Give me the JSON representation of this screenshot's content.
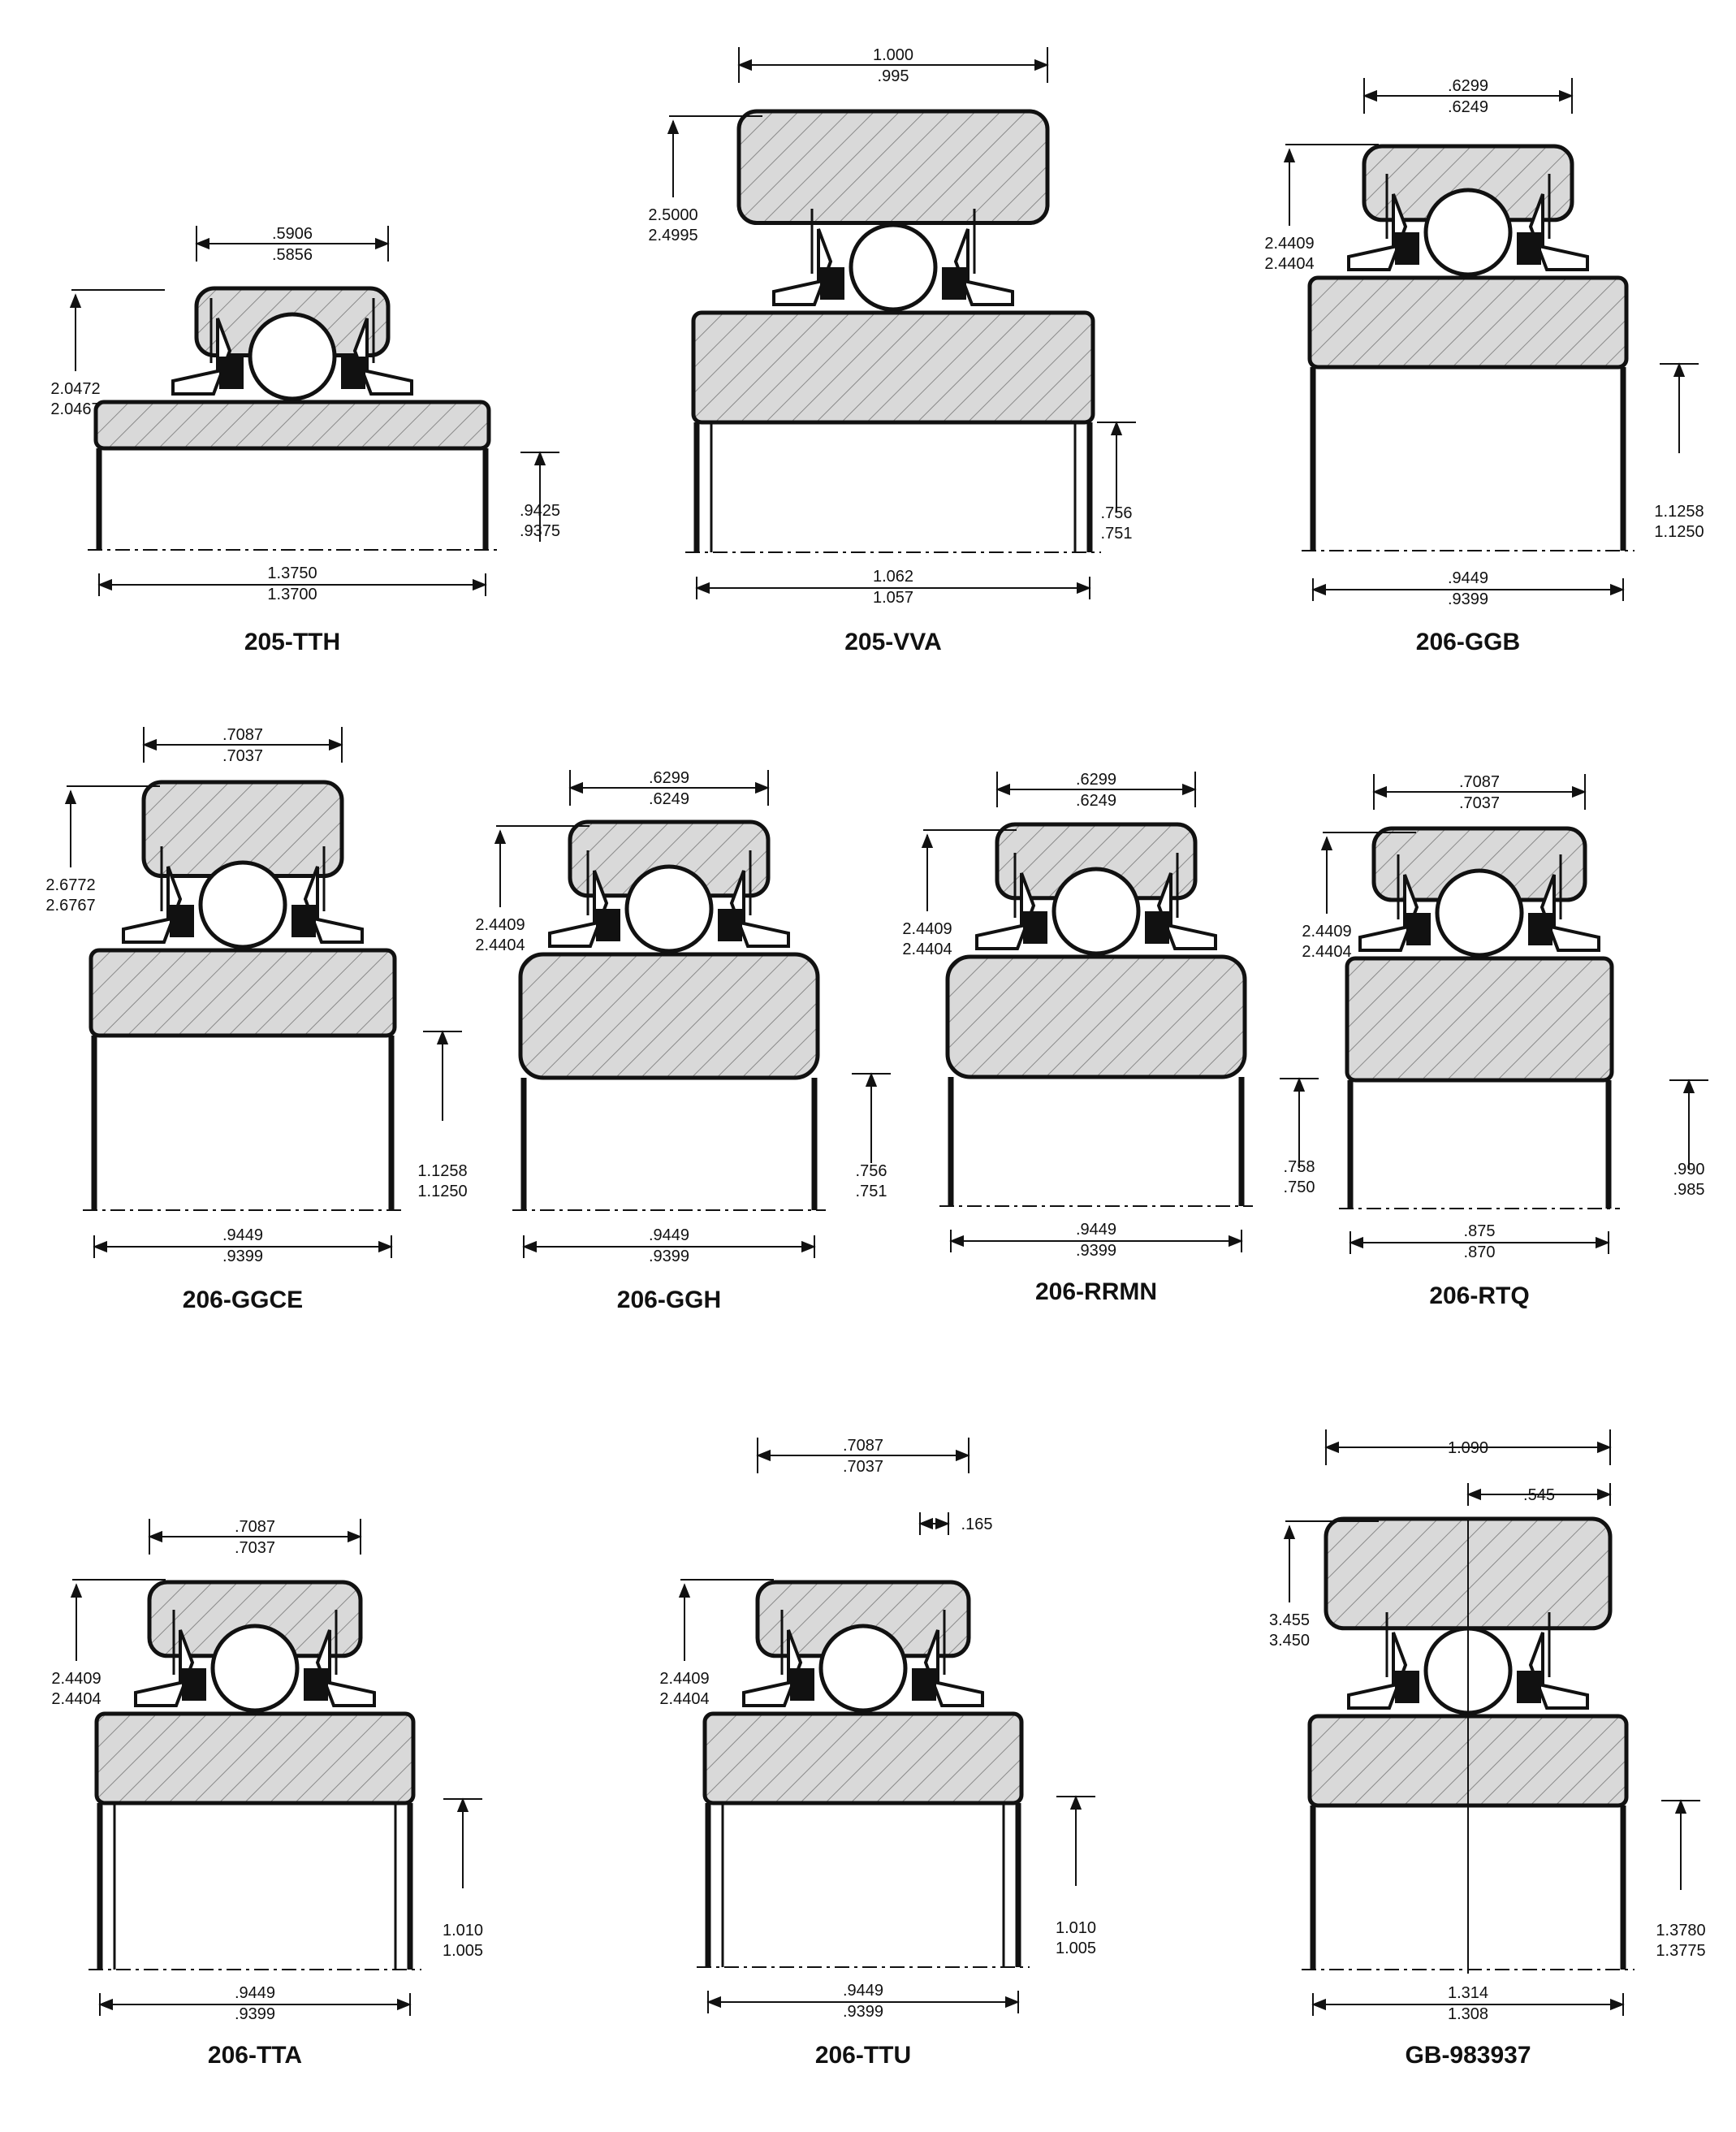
{
  "bearings": [
    {
      "id": "205-TTH",
      "title": "205-TTH",
      "dims": {
        "top": [
          ".5906",
          ".5856"
        ],
        "left": [
          "2.0472",
          "2.0467"
        ],
        "right": [
          ".9425",
          ".9375"
        ],
        "bottom": [
          "1.3750",
          "1.3700"
        ]
      }
    },
    {
      "id": "205-VVA",
      "title": "205-VVA",
      "dims": {
        "top": [
          "1.000",
          ".995"
        ],
        "left": [
          "2.5000",
          "2.4995"
        ],
        "right": [
          ".756",
          ".751"
        ],
        "bottom": [
          "1.062",
          "1.057"
        ]
      }
    },
    {
      "id": "206-GGB",
      "title": "206-GGB",
      "dims": {
        "top": [
          ".6299",
          ".6249"
        ],
        "left": [
          "2.4409",
          "2.4404"
        ],
        "right": [
          "1.1258",
          "1.1250"
        ],
        "bottom": [
          ".9449",
          ".9399"
        ]
      }
    },
    {
      "id": "206-GGCE",
      "title": "206-GGCE",
      "dims": {
        "top": [
          ".7087",
          ".7037"
        ],
        "left": [
          "2.6772",
          "2.6767"
        ],
        "right": [
          "1.1258",
          "1.1250"
        ],
        "bottom": [
          ".9449",
          ".9399"
        ]
      }
    },
    {
      "id": "206-GGH",
      "title": "206-GGH",
      "dims": {
        "top": [
          ".6299",
          ".6249"
        ],
        "left": [
          "2.4409",
          "2.4404"
        ],
        "right": [
          ".756",
          ".751"
        ],
        "bottom": [
          ".9449",
          ".9399"
        ]
      }
    },
    {
      "id": "206-RRMN",
      "title": "206-RRMN",
      "dims": {
        "top": [
          ".6299",
          ".6249"
        ],
        "left": [
          "2.4409",
          "2.4404"
        ],
        "right": [
          ".758",
          ".750"
        ],
        "bottom": [
          ".9449",
          ".9399"
        ]
      }
    },
    {
      "id": "206-RTQ",
      "title": "206-RTQ",
      "dims": {
        "top": [
          ".7087",
          ".7037"
        ],
        "left": [
          "2.4409",
          "2.4404"
        ],
        "right": [
          ".990",
          ".985"
        ],
        "bottom": [
          ".875",
          ".870"
        ]
      }
    },
    {
      "id": "206-TTA",
      "title": "206-TTA",
      "dims": {
        "top": [
          ".7087",
          ".7037"
        ],
        "left": [
          "2.4409",
          "2.4404"
        ],
        "right": [
          "1.010",
          "1.005"
        ],
        "bottom": [
          ".9449",
          ".9399"
        ]
      }
    },
    {
      "id": "206-TTU",
      "title": "206-TTU",
      "dims": {
        "top": [
          ".7087",
          ".7037"
        ],
        "left": [
          "2.4409",
          "2.4404"
        ],
        "right": [
          "1.010",
          "1.005"
        ],
        "bottom": [
          ".9449",
          ".9399"
        ],
        "extra": ".165"
      }
    },
    {
      "id": "GB-983937",
      "title": "GB-983937",
      "dims": {
        "top": [
          "1.090"
        ],
        "left": [
          "3.455",
          "3.450"
        ],
        "right": [
          "1.3780",
          "1.3775"
        ],
        "bottom": [
          "1.314",
          "1.308"
        ],
        "extra": ".545"
      }
    }
  ],
  "colors": {
    "ink": "#111111",
    "hatch_fill": "#d9d9d9",
    "hatch_line": "#8a8a8a",
    "paper": "#ffffff"
  }
}
